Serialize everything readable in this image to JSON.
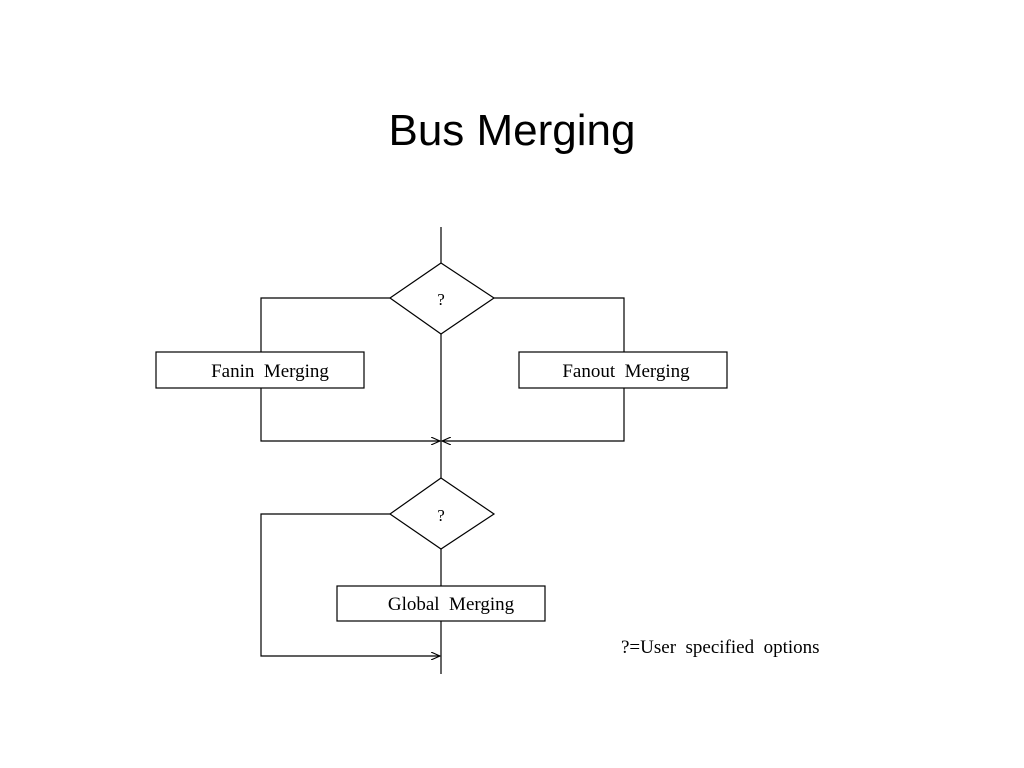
{
  "slide": {
    "title": "Bus Merging"
  },
  "diagram": {
    "decision_top": "?",
    "decision_bottom": "?",
    "fanin_box": "Fanin  Merging",
    "fanout_box": "Fanout  Merging",
    "global_box": "Global  Merging",
    "legend": "?=User  specified  options"
  }
}
